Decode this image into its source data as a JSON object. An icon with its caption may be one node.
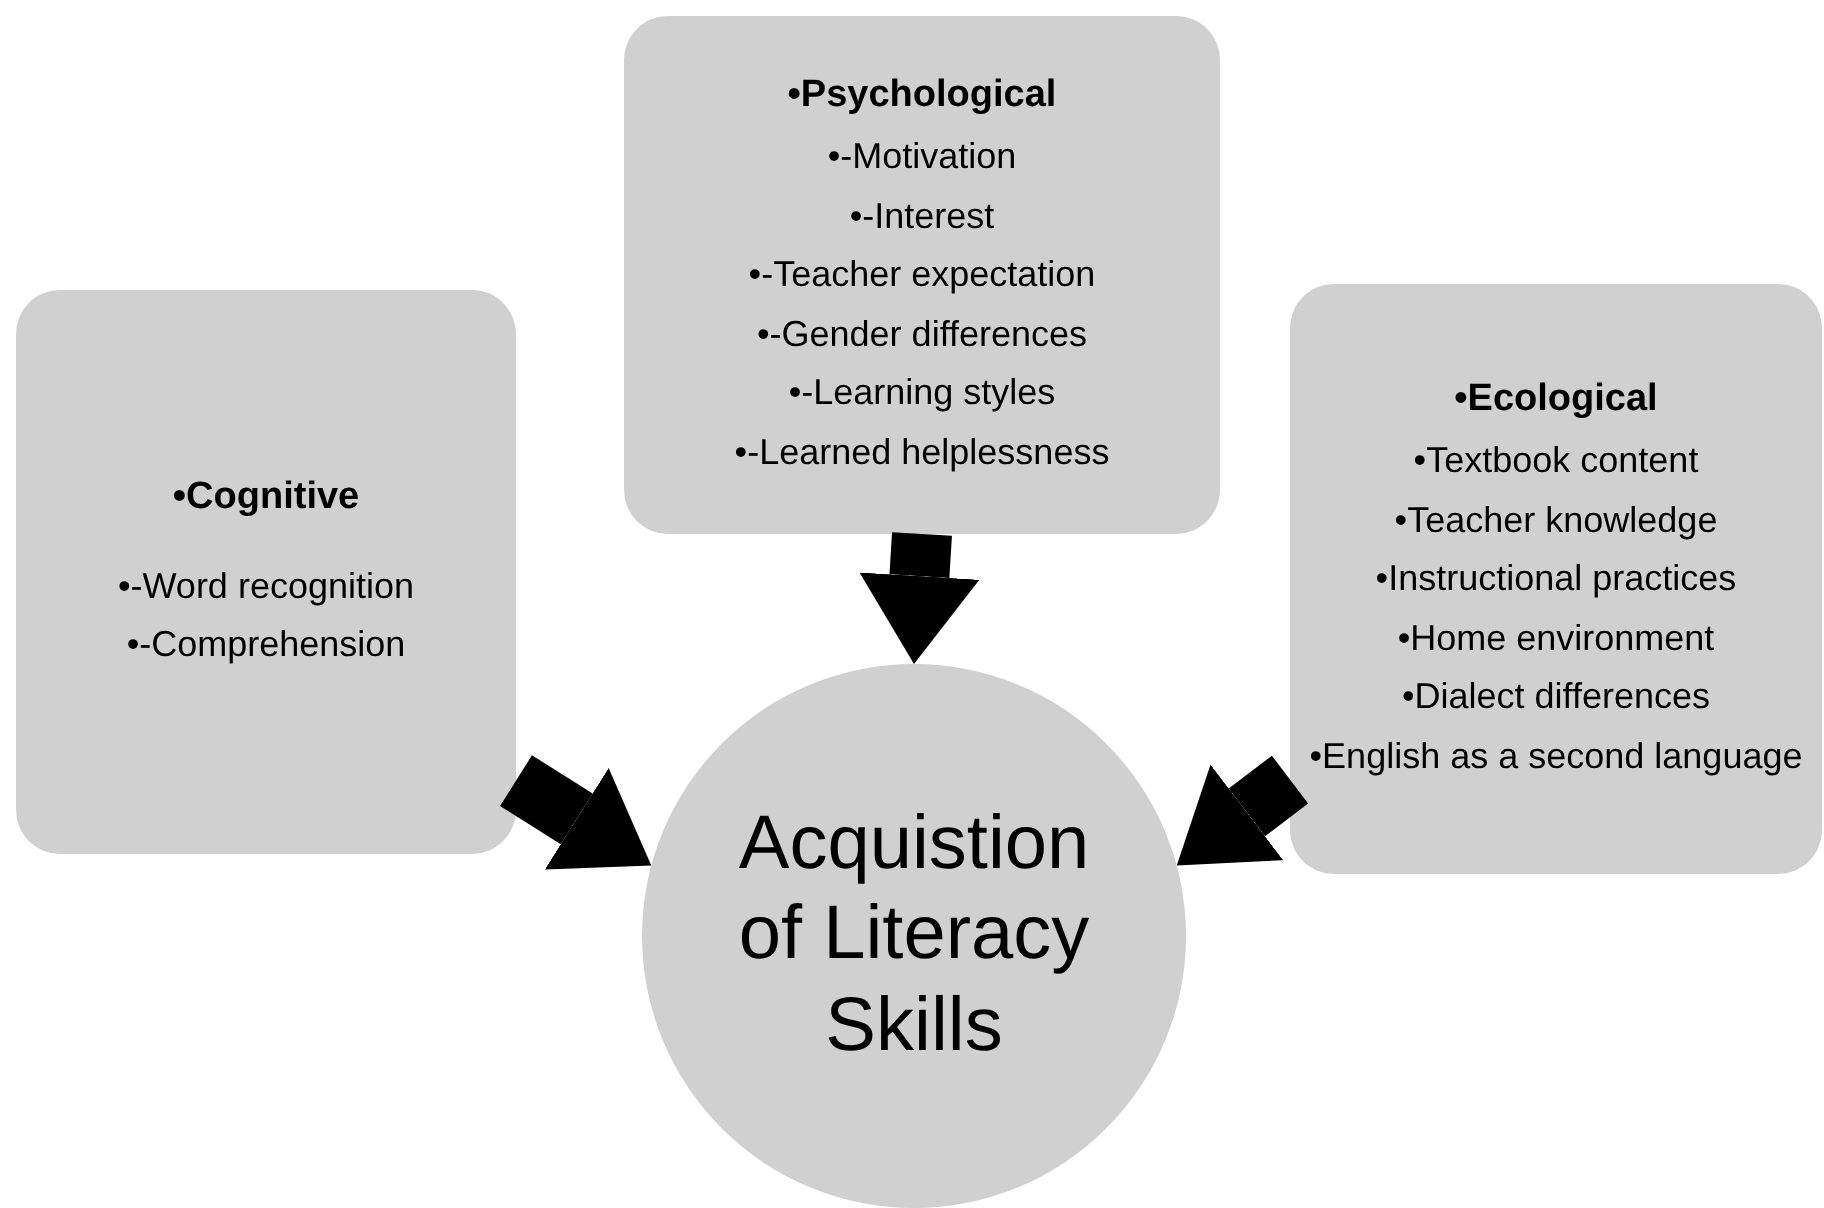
{
  "diagram": {
    "nodes": [
      {
        "text": [
          "•Cognitive",
          "•-Word recognition",
          "•-Comprehension"
        ]
      },
      {
        "text": [
          "•Psychological",
          "•-Motivation",
          "•-Interest",
          "•-Teacher expectation",
          "•-Gender differences",
          "•-Learning styles",
          "•-Learned helplessness"
        ]
      },
      {
        "text": [
          "•Ecological",
          "•Textbook content",
          "•Teacher knowledge",
          "•Instructional practices",
          "•Home environment",
          "•Dialect differences",
          "•English as a second language"
        ]
      },
      {
        "text": [
          "Acquistion of Literacy Skills"
        ]
      }
    ],
    "edges": [
      {
        "from": 0,
        "to": 3,
        "arrow": "to"
      },
      {
        "from": 1,
        "to": 3,
        "arrow": "to"
      },
      {
        "from": 2,
        "to": 3,
        "arrow": "to"
      }
    ]
  }
}
